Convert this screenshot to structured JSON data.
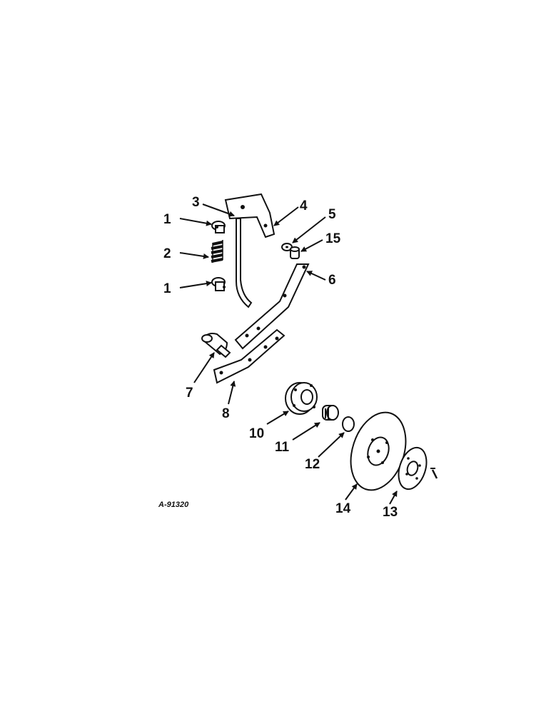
{
  "drawing_number": "A-91320",
  "callouts": [
    "1",
    "2",
    "1",
    "3",
    "4",
    "5",
    "15",
    "6",
    "7",
    "8",
    "10",
    "11",
    "12",
    "14",
    "13"
  ]
}
